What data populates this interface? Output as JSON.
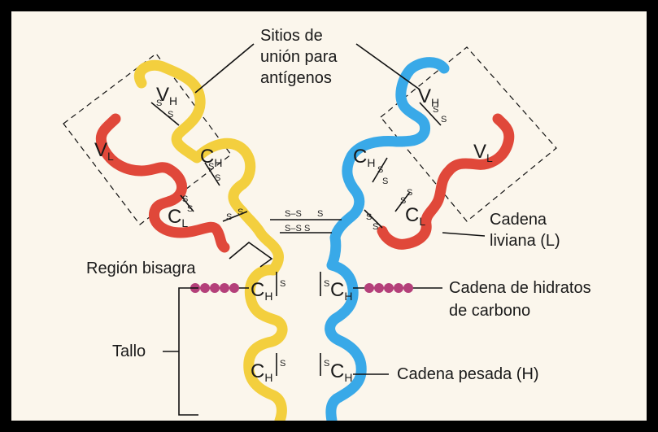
{
  "labels": {
    "binding_sites_1": "Sitios de",
    "binding_sites_2": "unión para",
    "binding_sites_3": "antígenos",
    "hinge": "Región bisagra",
    "light_chain_1": "Cadena",
    "light_chain_2": "liviana (L)",
    "carb_1": "Cadena de hidratos",
    "carb_2": "de carbono",
    "stalk": "Tallo",
    "heavy_chain": "Cadena pesada (H)"
  },
  "domains": {
    "v_main": "V",
    "c_main": "C",
    "h_sub": "H",
    "l_sub": "L"
  },
  "disulfide": "S",
  "disulfide_bond": "S–S",
  "colors": {
    "left_heavy": "#f3cf3e",
    "right_heavy": "#39a9e8",
    "light_chain": "#e0483a",
    "carbohydrate": "#b4407a",
    "background": "#fbf6ec"
  }
}
